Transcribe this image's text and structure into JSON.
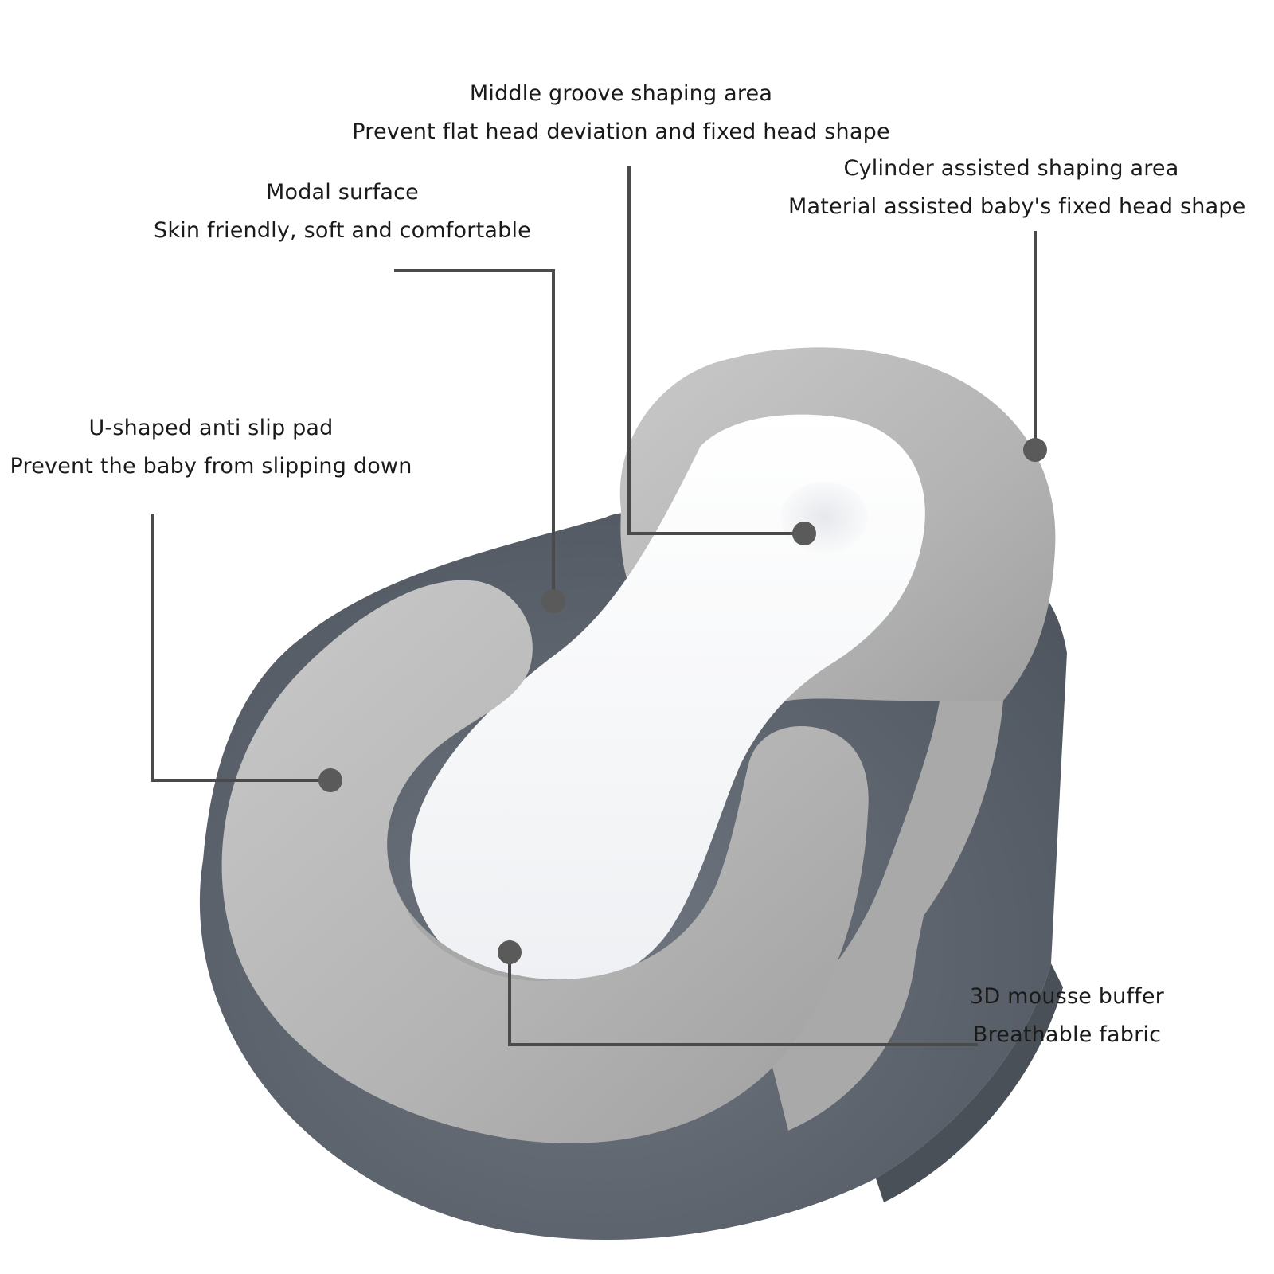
{
  "callouts": {
    "middle_groove": {
      "title": "Middle groove shaping area",
      "subtitle": "Prevent flat head deviation and fixed head shape"
    },
    "cylinder": {
      "title": "Cylinder assisted shaping area",
      "subtitle": "Material assisted baby's fixed head shape"
    },
    "modal": {
      "title": "Modal surface",
      "subtitle": "Skin friendly, soft and comfortable"
    },
    "u_shaped": {
      "title": "U-shaped anti slip pad",
      "subtitle": "Prevent the baby from slipping down"
    },
    "mousse": {
      "title": "3D mousse buffer",
      "subtitle": "Breathable fabric"
    }
  },
  "colors": {
    "leader_line": "#4a4a4a",
    "marker_dot": "#5a5a5a",
    "base_dark_gray": "#5f6670",
    "cushion_light_gray": "#b8b8b8",
    "mesh_white": "#f7f8fa"
  }
}
